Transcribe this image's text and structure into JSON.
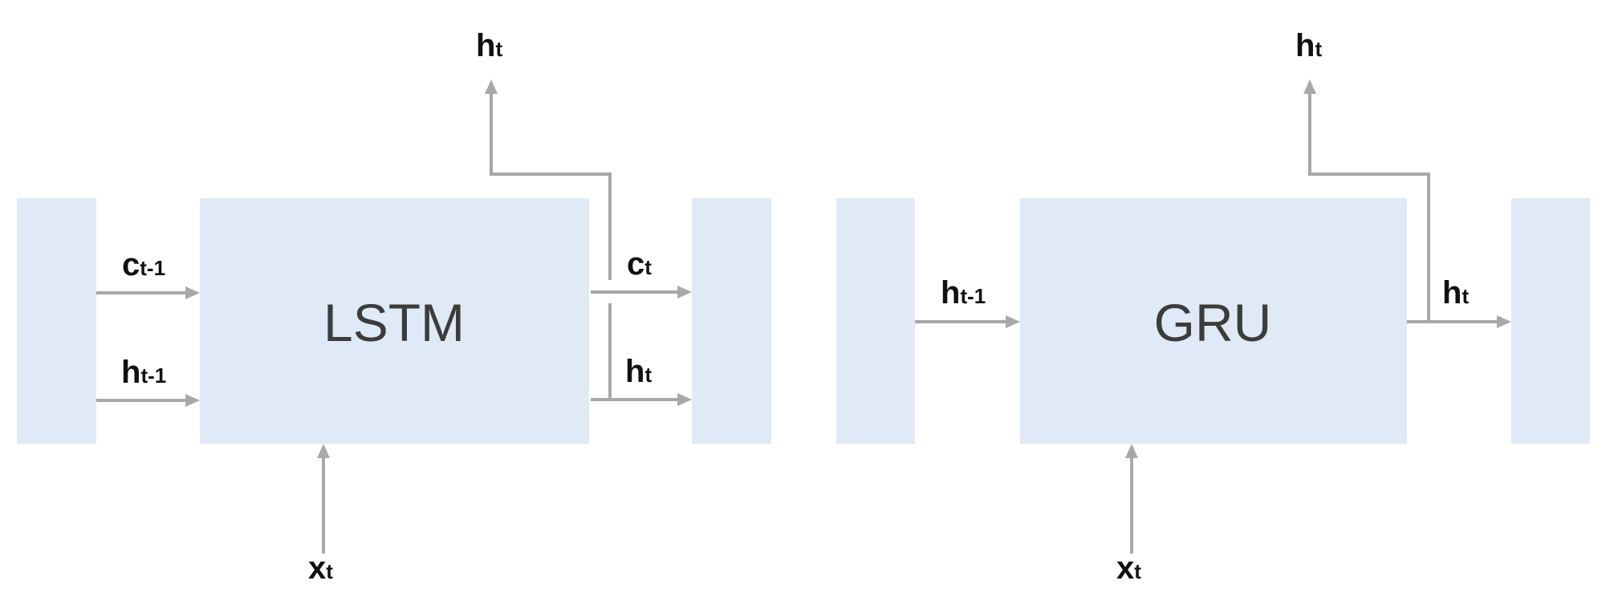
{
  "lstm": {
    "title": "LSTM",
    "input": {
      "main": "x",
      "sub": "t"
    },
    "in_cell": {
      "main": "c",
      "sub": "t-1"
    },
    "in_hidden": {
      "main": "h",
      "sub": "t-1"
    },
    "out_cell": {
      "main": "c",
      "sub": "t"
    },
    "out_hidden": {
      "main": "h",
      "sub": "t"
    },
    "output": {
      "main": "h",
      "sub": "t"
    }
  },
  "gru": {
    "title": "GRU",
    "input": {
      "main": "x",
      "sub": "t"
    },
    "in_hidden": {
      "main": "h",
      "sub": "t-1"
    },
    "out_hidden": {
      "main": "h",
      "sub": "t"
    },
    "output": {
      "main": "h",
      "sub": "t"
    }
  }
}
